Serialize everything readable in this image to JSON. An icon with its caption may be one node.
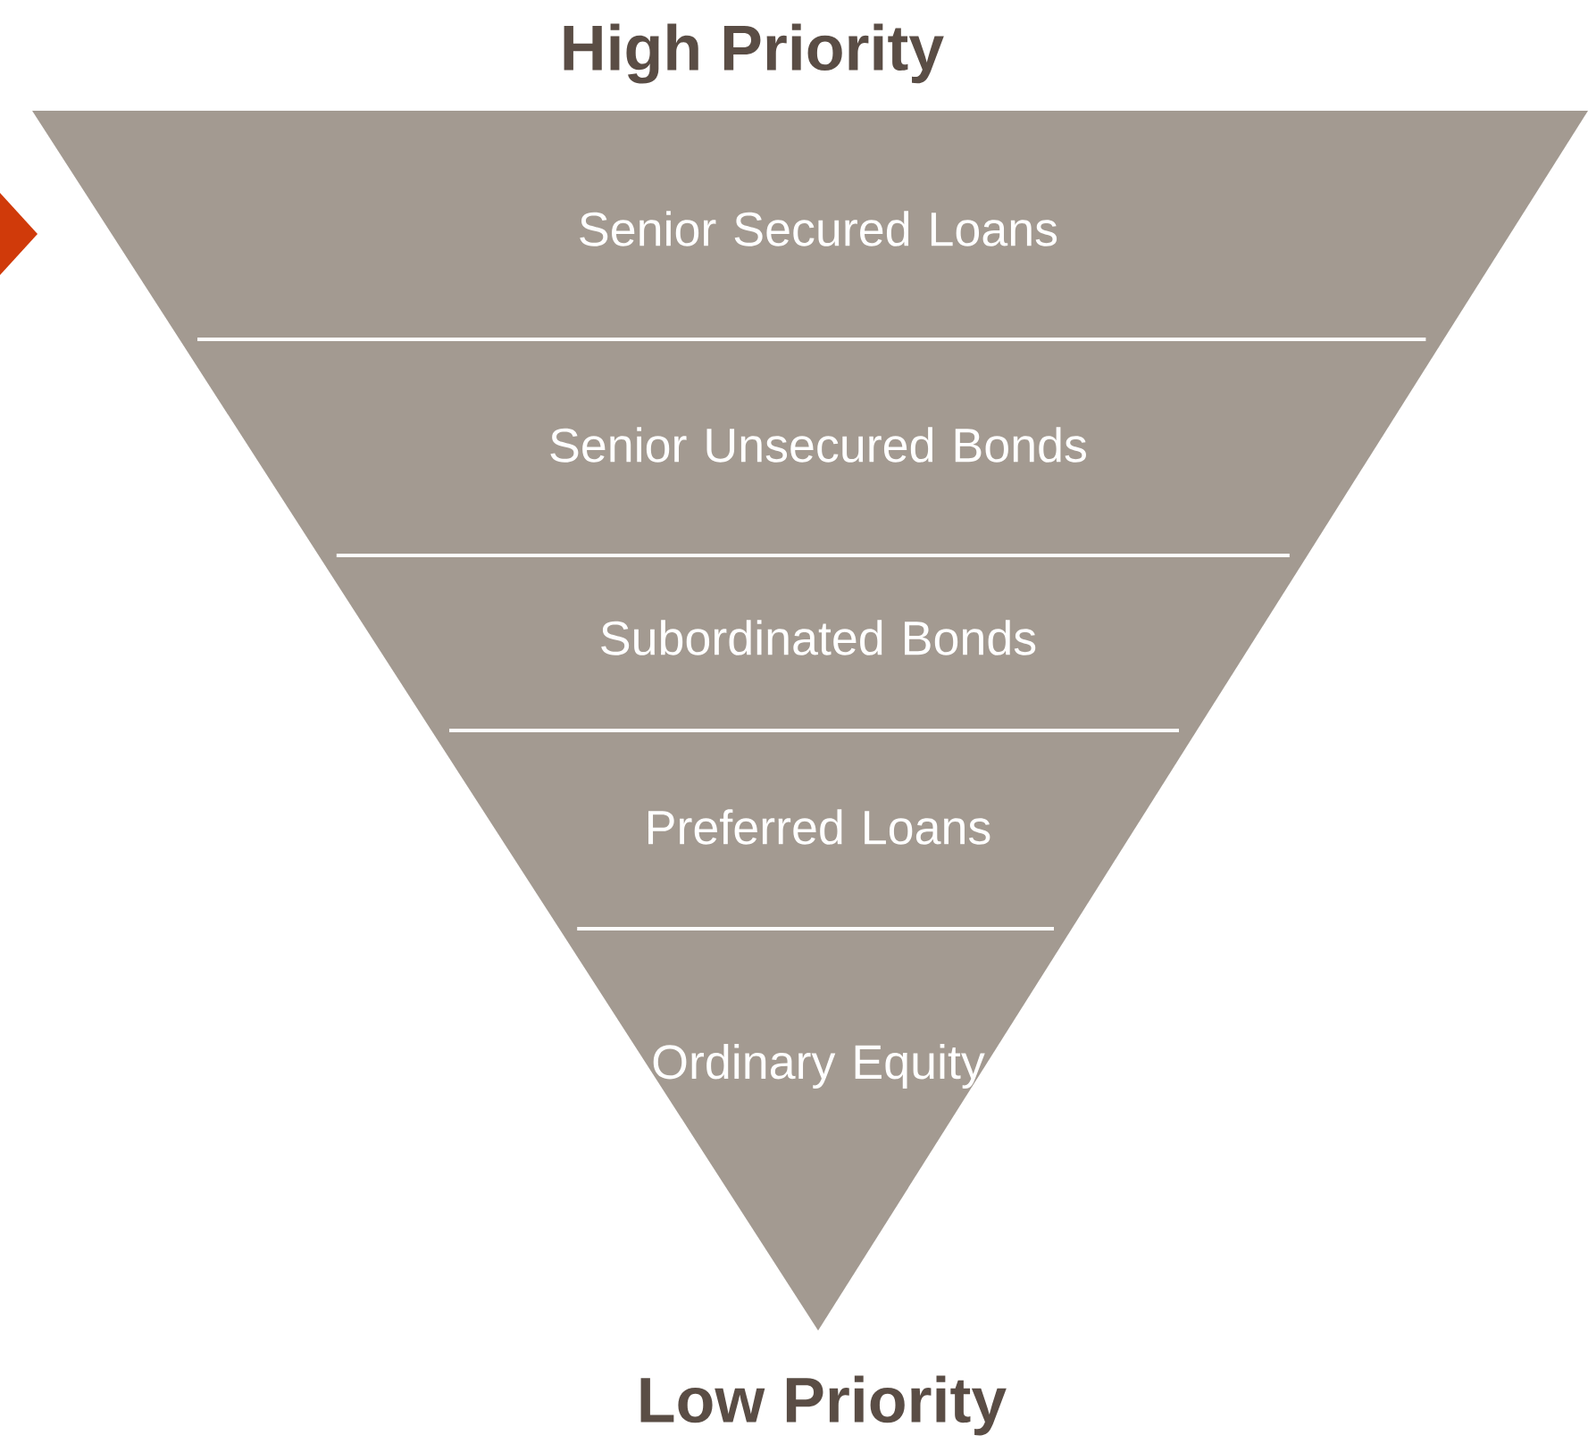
{
  "diagram": {
    "nodes": [
      {
        "text": [
          "Senior Secured Loans"
        ]
      },
      {
        "text": [
          "Senior Unsecured Bonds"
        ]
      },
      {
        "text": [
          "Subordinated Bonds"
        ]
      },
      {
        "text": [
          "Preferred Loans"
        ]
      },
      {
        "text": [
          "Ordinary Equity"
        ]
      }
    ],
    "labels": [
      "High Priority",
      "Low Priority"
    ]
  }
}
